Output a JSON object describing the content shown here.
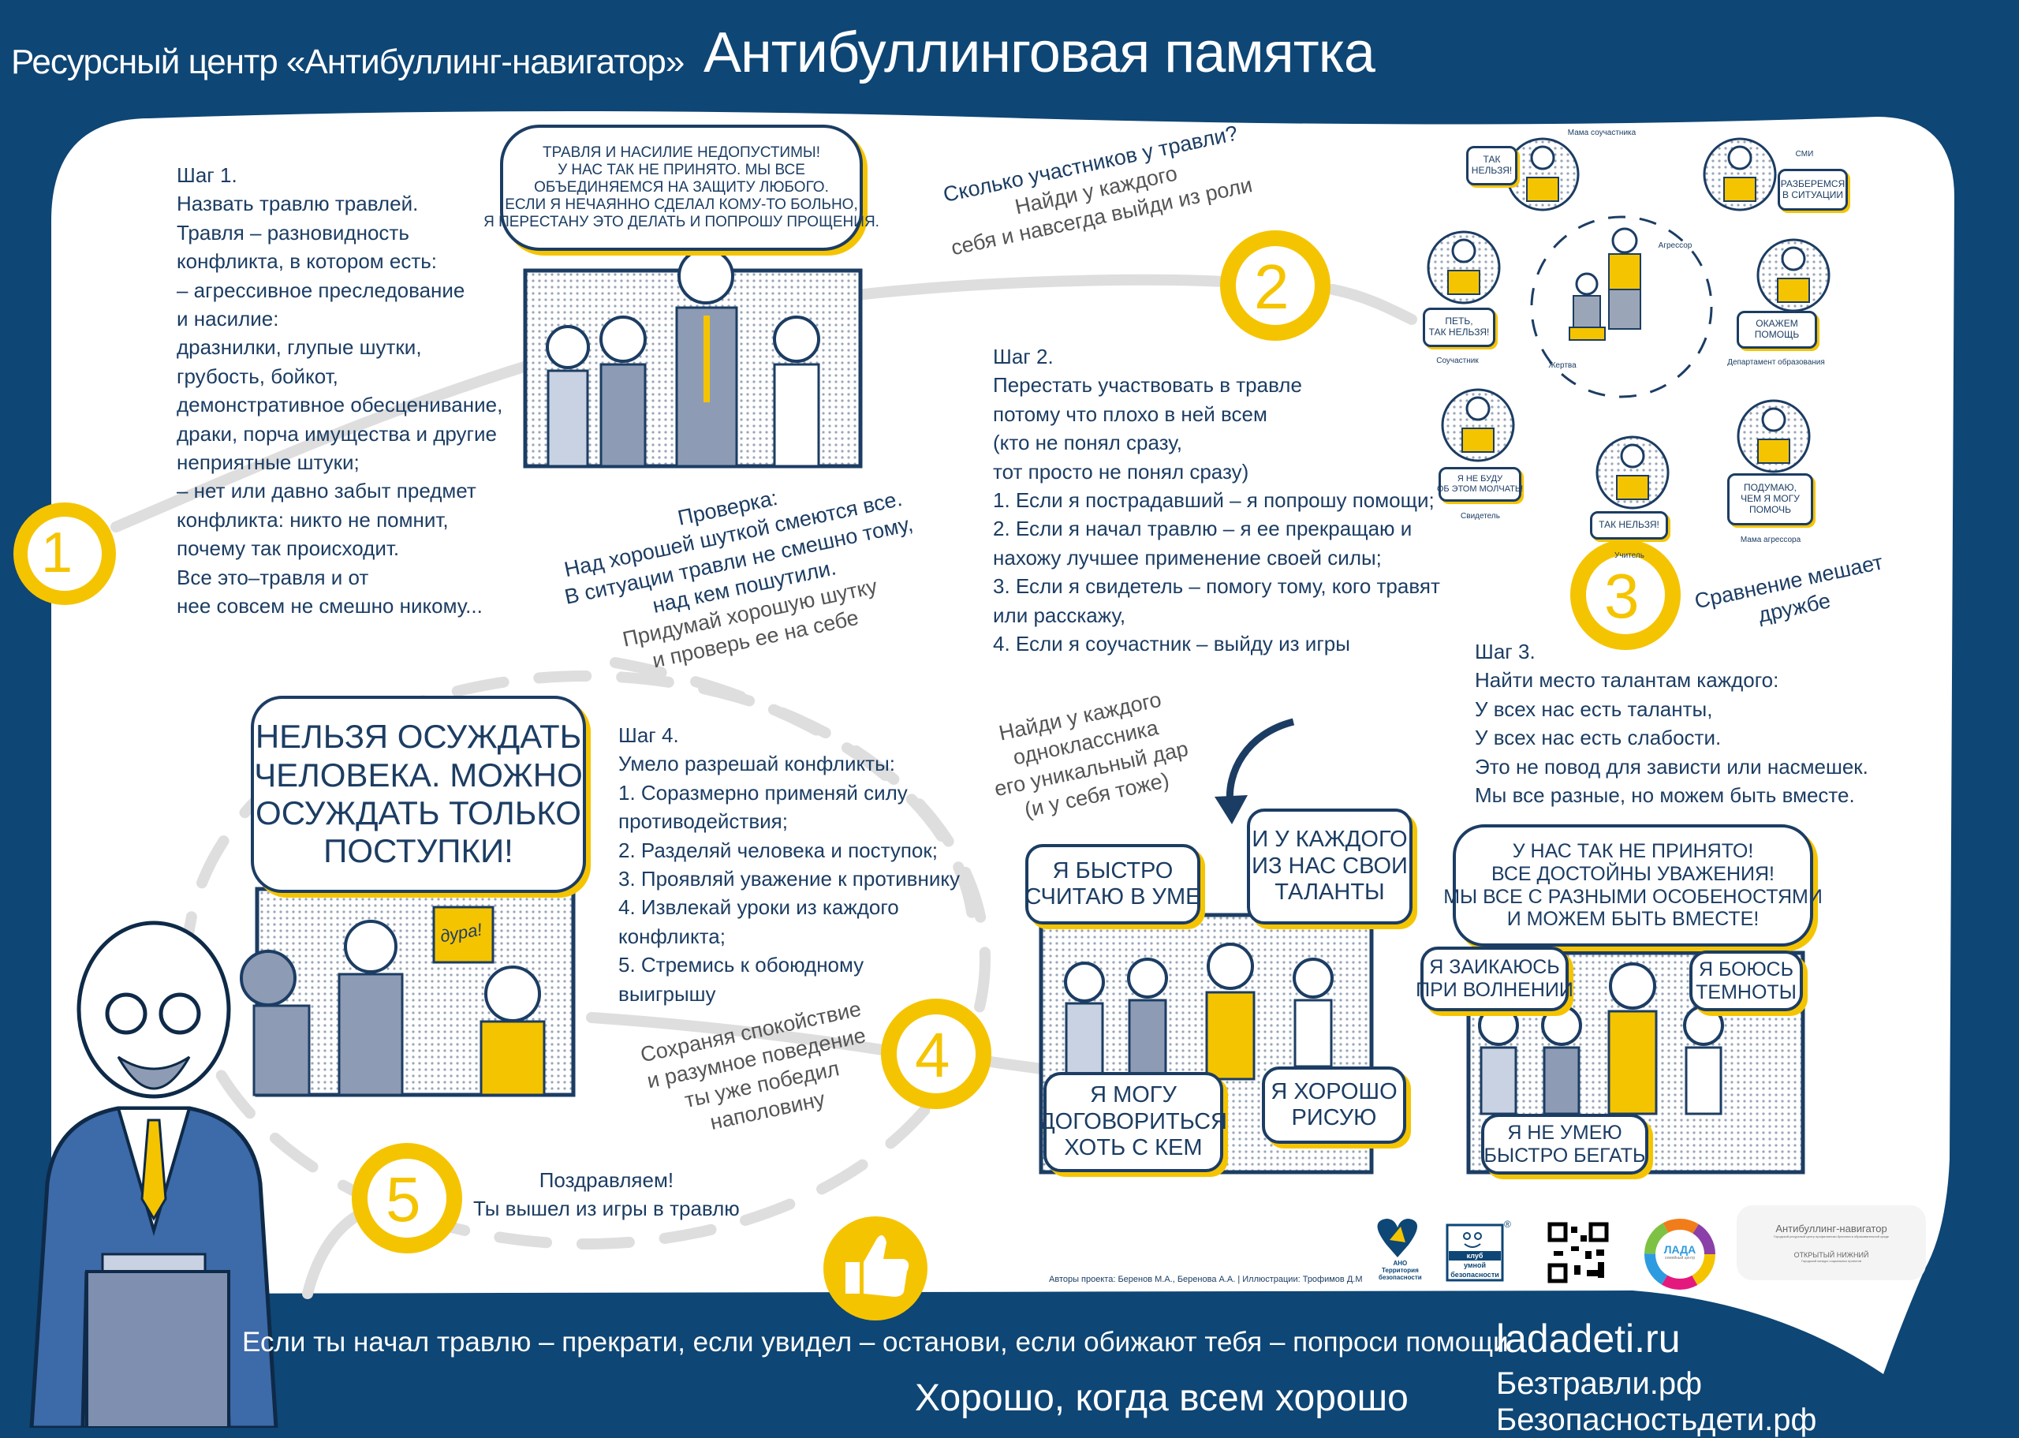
{
  "header": {
    "center_name": "Ресурсный центр «Антибуллинг-навигатор»",
    "title": "Антибуллинговая памятка"
  },
  "colors": {
    "background": "#0e4675",
    "accent": "#f5c400",
    "text": "#1c3d63",
    "path": "#dedede"
  },
  "step_numbers": [
    "1",
    "2",
    "3",
    "4",
    "5"
  ],
  "step1": {
    "lines": [
      "Шаг 1.",
      "Назвать травлю травлей.",
      "Травля – разновидность",
      "конфликта, в котором есть:",
      "– агрессивное преследование",
      "и насилие:",
      "дразнилки, глупые шутки,",
      "грубость, бойкот,",
      "демонстративное обесценивание,",
      "драки, порча имущества и другие",
      "неприятные штуки;",
      "– нет или давно забыт предмет",
      "конфликта: никто не помнит,",
      "почему так происходит.",
      "Все это–травля и от",
      "нее совсем не смешно никому..."
    ]
  },
  "step2": {
    "lines": [
      "Шаг 2.",
      "Перестать участвовать в травле",
      "потому что плохо в ней всем",
      "(кто не понял сразу,",
      "тот просто не понял сразу)",
      "1. Если я пострадавший – я попрошу помощи;",
      "2. Если я начал травлю – я ее прекращаю и",
      "нахожу лучшее применение своей силы;",
      "3. Если я свидетель – помогу тому, кого травят",
      "или расскажу,",
      "4. Если я соучастник – выйду из игры"
    ]
  },
  "step3": {
    "lines": [
      "Шаг 3.",
      "Найти место талантам каждого:",
      "У всех нас есть таланты,",
      "У всех нас есть слабости.",
      "Это не повод для зависти или насмешек.",
      "Мы все разные, но можем быть вместе."
    ]
  },
  "step4": {
    "lines": [
      "Шаг 4.",
      "Умело разрешай конфликты:",
      "1. Соразмерно применяй силу",
      "противодействия;",
      "2. Разделяй человека и поступок;",
      "3. Проявляй уважение к противнику",
      "4. Извлекай уроки из каждого",
      "конфликта;",
      "5. Стремись к обоюдному",
      "выигрышу"
    ]
  },
  "step5": {
    "lines": [
      "Поздравляем!",
      "Ты вышел из игры в травлю"
    ]
  },
  "notes": {
    "participants": {
      "question": "Сколько участников у травли?",
      "lines": [
        "Найди у каждого",
        "себя и навсегда выйди из роли"
      ]
    },
    "check": {
      "blue_lines": [
        "Проверка:",
        "Над хорошей шуткой смеются все.",
        "В ситуации травли не смешно тому,",
        "над кем пошутили."
      ],
      "gray_lines": [
        "Придумай хорошую шутку",
        "и проверь ее на себе"
      ]
    },
    "comparison": {
      "lines": [
        "Сравнение мешает",
        "дружбе"
      ]
    },
    "talent": {
      "lines": [
        "Найди у каждого",
        "одноклассника",
        "его уникальный дар",
        "(и у себя тоже)"
      ]
    },
    "calm": {
      "lines": [
        "Сохраняя спокойствие",
        "и разумное поведение",
        "ты уже победил",
        "наполовину"
      ]
    }
  },
  "comics": {
    "top": {
      "speech": [
        "Травля и насилие недопустимы!",
        "У нас так не принято. Мы все",
        "объединяемся на защиту любого.",
        "Если я нечаянно сделал кому-то больно,",
        "я перестану это делать и попрошу прощения."
      ]
    },
    "left": {
      "speech": [
        "Нельзя осуждать",
        "человека. Можно",
        "осуждать только",
        "поступки!"
      ],
      "sign": "дура!"
    },
    "talents": {
      "b1": [
        "Я быстро",
        "считаю в уме"
      ],
      "b2": [
        "И у каждого",
        "из нас свои",
        "таланты"
      ],
      "b3": [
        "Я могу",
        "договориться",
        "хоть с кем"
      ],
      "b4": [
        "Я хорошо",
        "рисую"
      ]
    },
    "weaknesses": {
      "b1": [
        "У нас так не принято!",
        "Все достойны уважения!",
        "Мы все с разными особеностями",
        "и можем быть вместе!"
      ],
      "b2": [
        "Я заикаюсь",
        "при волнении"
      ],
      "b3": [
        "Я боюсь",
        "темноты"
      ],
      "b4": [
        "Я не умею",
        "быстро бегать"
      ]
    }
  },
  "roles": {
    "center": {
      "aggressor": "Агрессор",
      "victim": "Жертва"
    },
    "items": [
      {
        "label": "Мама соучастника",
        "speech": [
          "Так",
          "нельзя!"
        ]
      },
      {
        "label": "СМИ",
        "speech": [
          "Разберемся",
          "в ситуации"
        ]
      },
      {
        "label": "Соучастник",
        "speech": [
          "Петь,",
          "так нельзя!"
        ]
      },
      {
        "label": "Департамент образования",
        "speech": [
          "Окажем",
          "помощь"
        ]
      },
      {
        "label": "Свидетель",
        "speech": [
          "Я не буду",
          "об этом молчать!"
        ]
      },
      {
        "label": "Учитель",
        "speech": [
          "Так нельзя!"
        ]
      },
      {
        "label": "Мама агрессора",
        "speech": [
          "Подумаю,",
          "чем я могу",
          "помочь"
        ]
      }
    ]
  },
  "credits": "Авторы проекта: Беренов М.А., Беренова А.А.  |  Иллюстрации: Трофимов Д.М",
  "logos": {
    "ano": [
      "АНО",
      "Территория",
      "безопасности"
    ],
    "club": [
      "клуб",
      "умной",
      "безопасности"
    ],
    "lada": {
      "name": "ЛАДА",
      "sub": "семейный центр"
    },
    "navigator": {
      "name": "Антибуллинг-навигатор",
      "sub": "Городской ресурсный центр профилактики буллинга в образовательной среде",
      "contest": "ОТКРЫТЫЙ НИЖНИЙ",
      "contest_sub": "Городской конкурс социальных проектов"
    }
  },
  "footer": {
    "message": "Если ты начал травлю – прекрати, если увидел – останови, если обижают тебя – попроси помощи",
    "slogan": "Хорошо, когда всем хорошо",
    "links": [
      "ladadeti.ru",
      "Безтравли.рф",
      "Безопасностьдети.рф"
    ]
  }
}
